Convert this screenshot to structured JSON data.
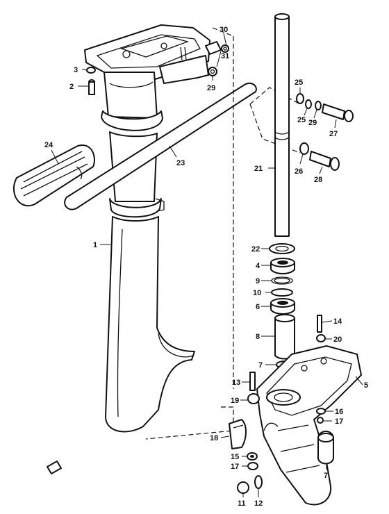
{
  "diagram": {
    "callouts": [
      {
        "id": "c30",
        "label": "30"
      },
      {
        "id": "c3",
        "label": "3"
      },
      {
        "id": "c31",
        "label": "31"
      },
      {
        "id": "c2",
        "label": "2"
      },
      {
        "id": "c29a",
        "label": "29"
      },
      {
        "id": "c25a",
        "label": "25"
      },
      {
        "id": "c25b",
        "label": "25"
      },
      {
        "id": "c29b",
        "label": "29"
      },
      {
        "id": "c27",
        "label": "27"
      },
      {
        "id": "c24",
        "label": "24"
      },
      {
        "id": "c23",
        "label": "23"
      },
      {
        "id": "c21",
        "label": "21"
      },
      {
        "id": "c26",
        "label": "26"
      },
      {
        "id": "c28",
        "label": "28"
      },
      {
        "id": "c1",
        "label": "1"
      },
      {
        "id": "c22",
        "label": "22"
      },
      {
        "id": "c4",
        "label": "4"
      },
      {
        "id": "c9",
        "label": "9"
      },
      {
        "id": "c10",
        "label": "10"
      },
      {
        "id": "c6",
        "label": "6"
      },
      {
        "id": "c14",
        "label": "14"
      },
      {
        "id": "c8",
        "label": "8"
      },
      {
        "id": "c20",
        "label": "20"
      },
      {
        "id": "c7a",
        "label": "7"
      },
      {
        "id": "c5",
        "label": "5"
      },
      {
        "id": "c13",
        "label": "13"
      },
      {
        "id": "c19",
        "label": "19"
      },
      {
        "id": "c16",
        "label": "16"
      },
      {
        "id": "c17a",
        "label": "17"
      },
      {
        "id": "c18",
        "label": "18"
      },
      {
        "id": "c15",
        "label": "15"
      },
      {
        "id": "c17b",
        "label": "17"
      },
      {
        "id": "c7b",
        "label": "7"
      },
      {
        "id": "c11",
        "label": "11"
      },
      {
        "id": "c12",
        "label": "12"
      }
    ]
  }
}
